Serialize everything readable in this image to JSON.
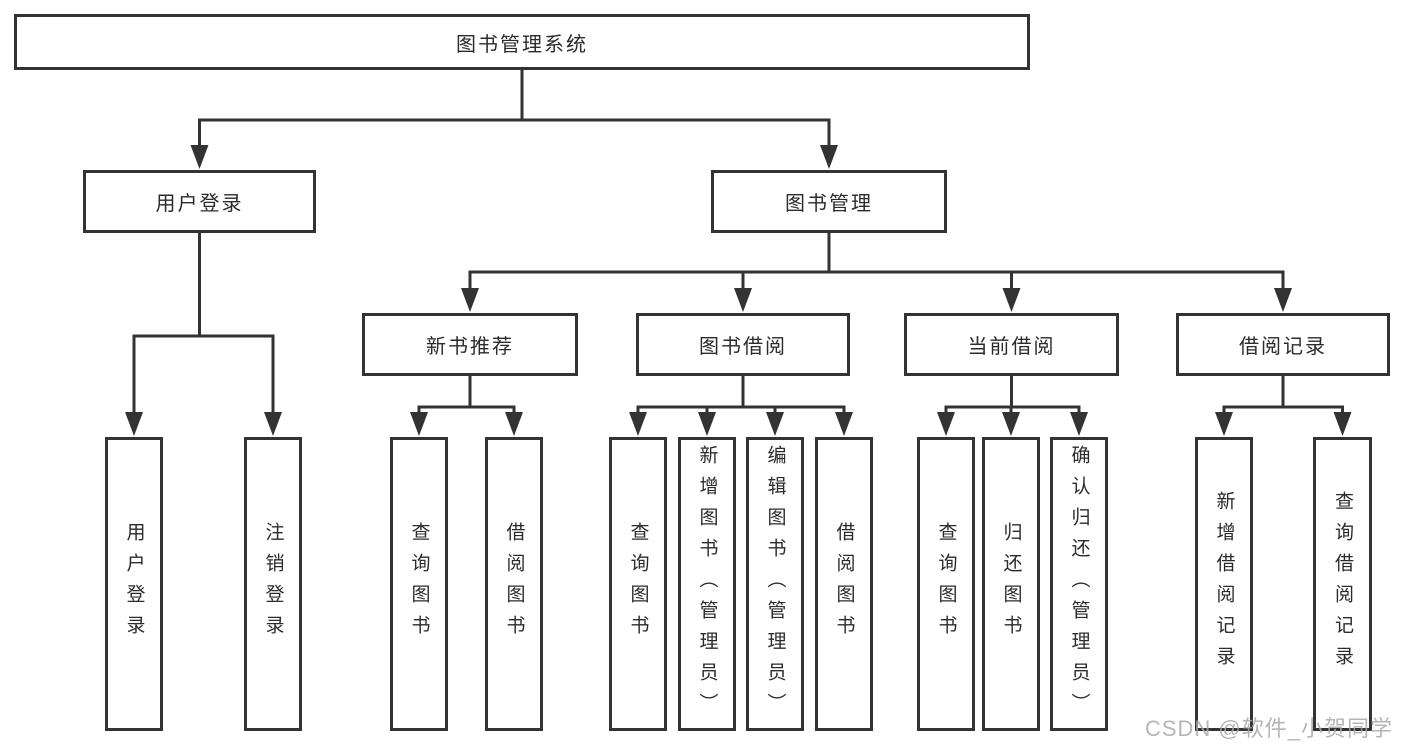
{
  "diagram": {
    "tree": {
      "label": "图书管理系统",
      "children": [
        {
          "label": "用户登录",
          "children": [
            {
              "label": "用户登录"
            },
            {
              "label": "注销登录"
            }
          ]
        },
        {
          "label": "图书管理",
          "children": [
            {
              "label": "新书推荐",
              "children": [
                {
                  "label": "查询图书"
                },
                {
                  "label": "借阅图书"
                }
              ]
            },
            {
              "label": "图书借阅",
              "children": [
                {
                  "label": "查询图书"
                },
                {
                  "label": "新增图书（管理员）"
                },
                {
                  "label": "编辑图书（管理员）"
                },
                {
                  "label": "借阅图书"
                }
              ]
            },
            {
              "label": "当前借阅",
              "children": [
                {
                  "label": "查询图书"
                },
                {
                  "label": "归还图书"
                },
                {
                  "label": "确认归还（管理员）"
                }
              ]
            },
            {
              "label": "借阅记录",
              "children": [
                {
                  "label": "新增借阅记录"
                },
                {
                  "label": "查询借阅记录"
                }
              ]
            }
          ]
        }
      ]
    },
    "watermark": "CSDN @软件_小贺同学",
    "colors": {
      "line": "#333333",
      "box_border": "#333333",
      "box_background": "#ffffff",
      "text": "#2b2b2b",
      "watermark": "#a9a9a9"
    }
  }
}
